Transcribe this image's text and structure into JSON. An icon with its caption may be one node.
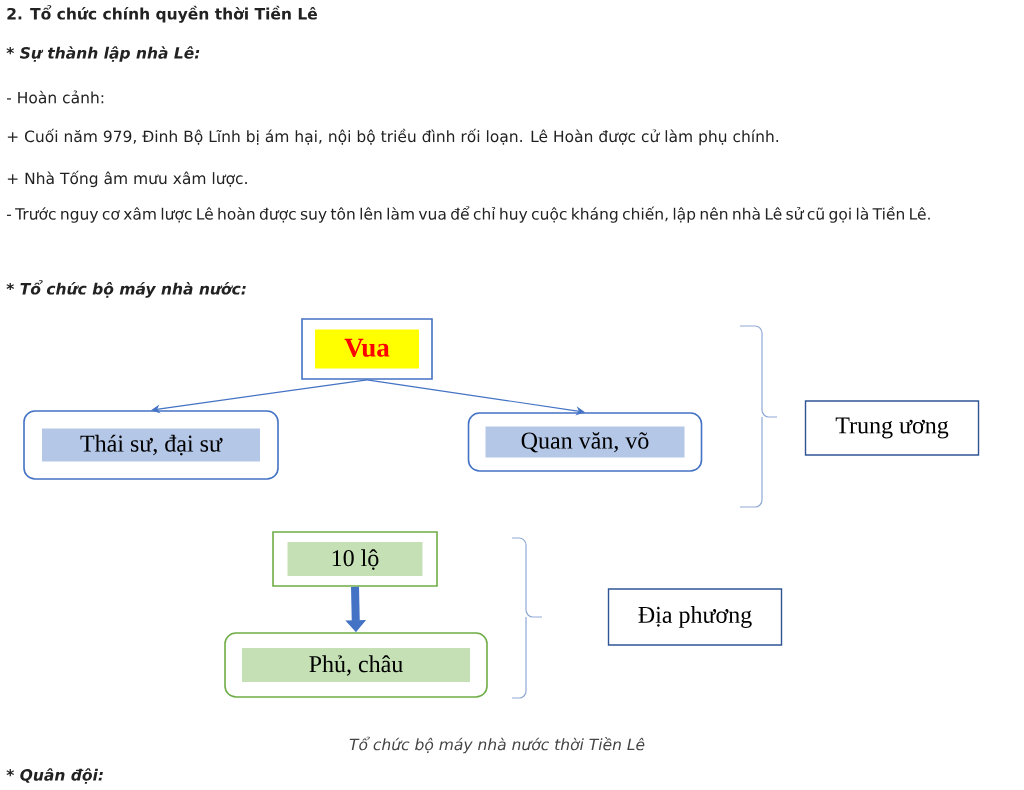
{
  "diagram": {
    "title": "2. Tổ chức chính quyền thời Tiền Lê",
    "caption": "Tổ chức bộ máy nhà nước thời Tiền Lê",
    "nodes": [
      {
        "text": [
          "Vua"
        ]
      },
      {
        "text": [
          "Thái sư, đại sư"
        ]
      },
      {
        "text": [
          "Quan văn, võ"
        ]
      },
      {
        "text": [
          "Trung ương"
        ]
      },
      {
        "text": [
          "10 lộ"
        ]
      },
      {
        "text": [
          "Phủ, châu"
        ]
      },
      {
        "text": [
          "Địa phương"
        ]
      }
    ],
    "edges": [
      {
        "from": 0,
        "to": 1,
        "arrow": "to"
      },
      {
        "from": 0,
        "to": 2,
        "arrow": "to"
      },
      {
        "from": 4,
        "to": 5,
        "arrow": "to",
        "style": "thick"
      }
    ],
    "labels": [
      "* Sự thành lập nhà Lê:",
      "- Hoàn cảnh:",
      "+ Cuối năm 979, Đinh Bộ Lĩnh bị ám hại, nội bộ triều đình rối loạn. Lê Hoàn được cử làm phụ chính.",
      "+ Nhà Tống âm mưu xâm lược.",
      "- Trước nguy cơ xâm lược Lê hoàn được suy tôn lên làm vua để chỉ huy cuộc kháng chiến, lập nên nhà Lê sử cũ gọi là Tiền Lê.",
      "* Tổ chức bộ máy nhà nước:",
      "* Quân đội:"
    ]
  }
}
